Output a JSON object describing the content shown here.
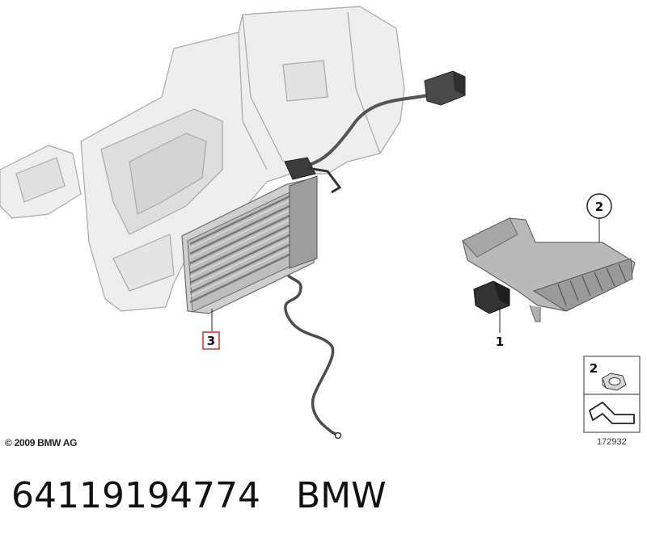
{
  "callouts": {
    "part_1": "1",
    "part_2": "2",
    "part_3": "3",
    "legend_2": "2"
  },
  "copyright": "© 2009 BMW AG",
  "diagram_ref": "172932",
  "caption": {
    "part_number": "64119194774",
    "brand": "BMW"
  },
  "colors": {
    "highlight": "#d32f2f",
    "housing": "#ececec",
    "outline": "#9a9a9a",
    "heater": "#8a8a8a"
  }
}
